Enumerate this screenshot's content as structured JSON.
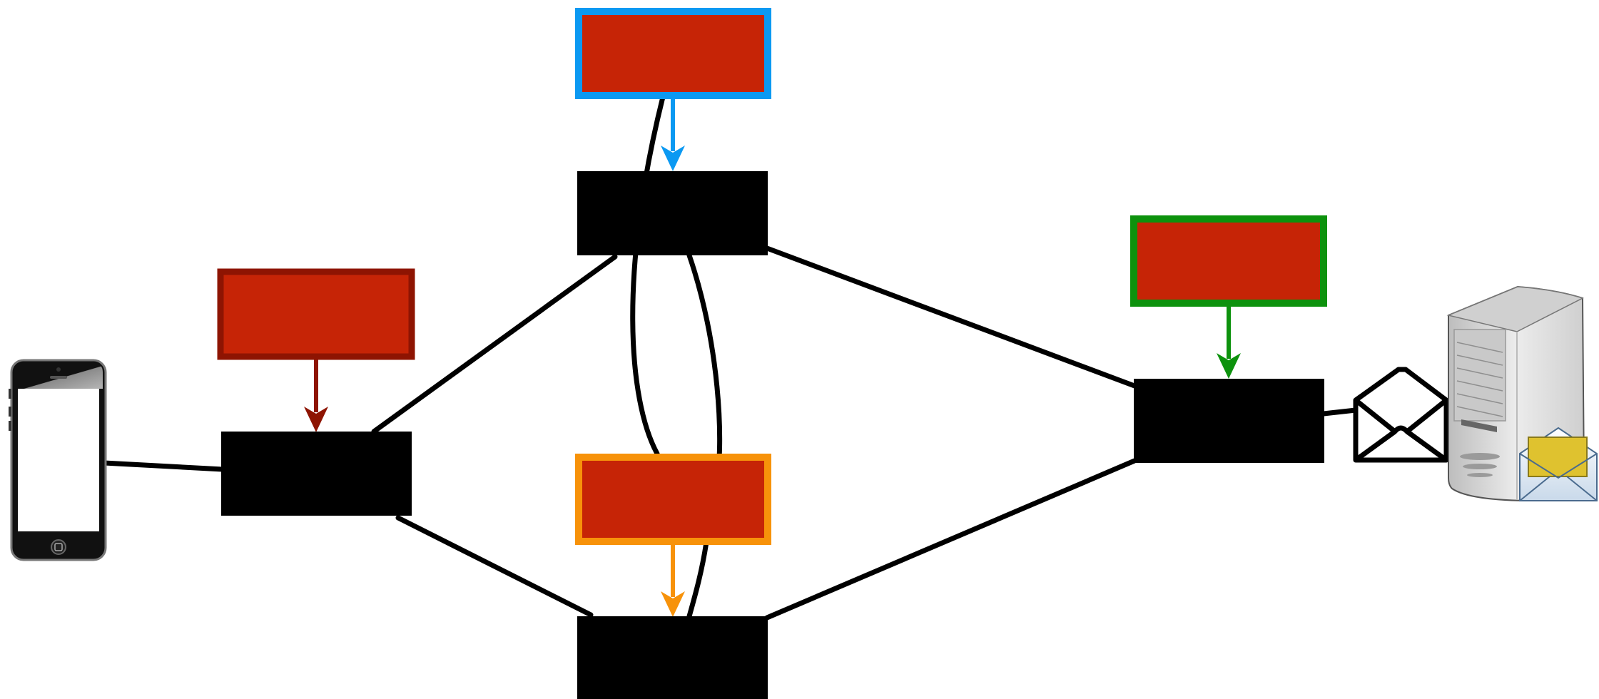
{
  "diagram": {
    "colors": {
      "background": "#ffffff",
      "node_fill": "#000000",
      "edge": "#000000",
      "box_fill": "#c62406",
      "blue": "#0b99f2",
      "orange": "#f7920a",
      "green": "#0d920d",
      "dark_red": "#8e1402",
      "envelope_yellow": "#dfc22f",
      "server_grey": "#dcdcdc"
    },
    "nodes": [
      {
        "id": "left"
      },
      {
        "id": "top"
      },
      {
        "id": "bottom"
      },
      {
        "id": "right"
      }
    ],
    "labels": [
      {
        "id": "dark-red",
        "icon": "red-box",
        "border": "dark-red-border",
        "target": "left"
      },
      {
        "id": "blue",
        "icon": "red-box",
        "border": "blue-border",
        "target": "top"
      },
      {
        "id": "orange",
        "icon": "red-box",
        "border": "orange-border",
        "target": "bottom"
      },
      {
        "id": "green",
        "icon": "red-box",
        "border": "green-border",
        "target": "right"
      }
    ],
    "devices": {
      "phone": "smartphone-icon",
      "mail": "envelope-icon",
      "server": "mail-server-icon"
    }
  }
}
